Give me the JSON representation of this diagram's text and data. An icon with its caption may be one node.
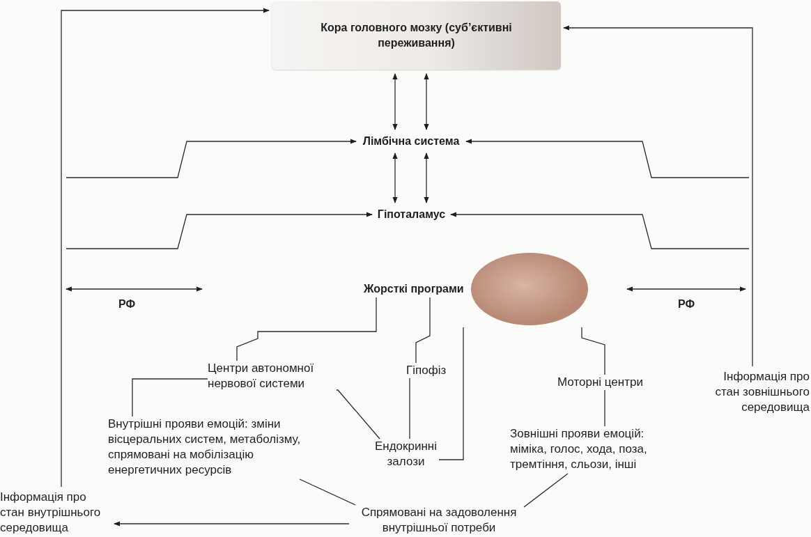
{
  "diagram": {
    "nodes": [
      {
        "text": [
          "Кора головного мозку (суб’єктивні переживання)"
        ]
      },
      {
        "text": [
          "Лімбічна система"
        ]
      },
      {
        "text": [
          "Гіпоталамус"
        ]
      },
      {
        "text": [
          "Жорсткі програми"
        ]
      },
      {
        "text": [
          "Центри автономної нервової системи"
        ]
      },
      {
        "text": [
          "Гіпофіз"
        ]
      },
      {
        "text": [
          "Моторні центри"
        ]
      },
      {
        "text": [
          "Інформація про стан зовнішнього середовища"
        ]
      },
      {
        "text": [
          "Внутрішні прояви емоцій: зміни вісцеральних систем, метаболізму, спрямовані на мобілізацію енергетичних ресурсів"
        ]
      },
      {
        "text": [
          "Ендокринні залози"
        ]
      },
      {
        "text": [
          "Зовнішні прояви емоцій: міміка, голос, хода, поза, тремтіння, сльози, інші"
        ]
      },
      {
        "text": [
          "Інформація про стан внутрішнього середовища"
        ]
      },
      {
        "text": [
          "Спрямовані на задоволення внутрішньої потреби"
        ]
      }
    ],
    "edges": [
      {
        "from": 11,
        "to": 0,
        "arrow": "to"
      },
      {
        "from": 7,
        "to": 0,
        "arrow": "to"
      },
      {
        "from": 0,
        "to": 1,
        "arrow": "both"
      },
      {
        "from": 0,
        "to": 1,
        "arrow": "both"
      },
      {
        "from": 1,
        "to": 2,
        "arrow": "both"
      },
      {
        "from": 1,
        "to": 2,
        "arrow": "both"
      },
      {
        "from": null,
        "to": 1,
        "arrow": "to"
      },
      {
        "from": null,
        "to": 1,
        "arrow": "to"
      },
      {
        "from": null,
        "to": 2,
        "arrow": "to"
      },
      {
        "from": null,
        "to": 2,
        "arrow": "to"
      },
      {
        "from": 3,
        "to": 4,
        "arrow": "none"
      },
      {
        "from": 3,
        "to": 5,
        "arrow": "none"
      },
      {
        "from": 3,
        "to": 9,
        "arrow": "none"
      },
      {
        "from": 3,
        "to": 6,
        "arrow": "none"
      },
      {
        "from": 4,
        "to": 8,
        "arrow": "none"
      },
      {
        "from": 4,
        "to": 9,
        "arrow": "none"
      },
      {
        "from": 5,
        "to": 9,
        "arrow": "none"
      },
      {
        "from": 6,
        "to": 10,
        "arrow": "none"
      },
      {
        "from": 8,
        "to": 12,
        "arrow": "none"
      },
      {
        "from": 10,
        "to": 12,
        "arrow": "none"
      },
      {
        "from": 12,
        "to": 11,
        "arrow": "to"
      }
    ],
    "labels": [
      "РФ",
      "РФ"
    ]
  }
}
